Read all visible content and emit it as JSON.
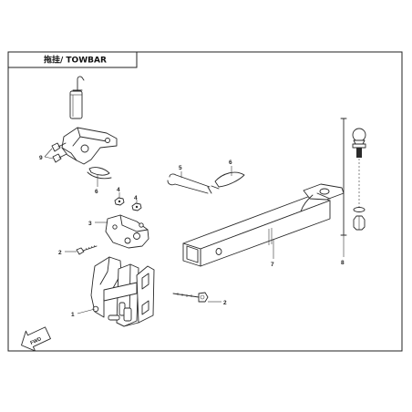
{
  "title": "拖挂/ TOWBAR",
  "callouts": {
    "c1": "1",
    "c2a": "2",
    "c2b": "2",
    "c3": "3",
    "c4a": "4",
    "c4b": "4",
    "c5": "5",
    "c6a": "6",
    "c6b": "6",
    "c7": "7",
    "c8": "8",
    "c9": "9"
  },
  "fwd_label": "FWD"
}
